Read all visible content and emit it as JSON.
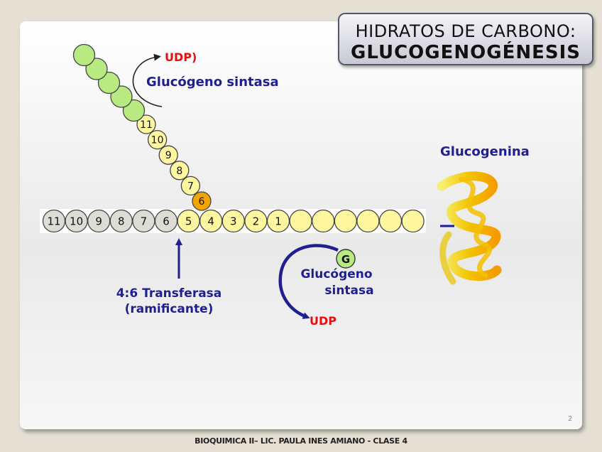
{
  "title": {
    "line1": "HIDRATOS DE CARBONO:",
    "line2": "GLUCOGENOGÉNESIS"
  },
  "labels": {
    "udp_top": "UDP)",
    "glucogeno_sintasa_top": "Glucógeno sintasa",
    "glucogenina": "Glucogenina",
    "transferasa_line1": "4:6 Transferasa",
    "transferasa_line2": "(ramificante)",
    "glucogeno_line": "Glucógeno",
    "sintasa_line": "sintasa",
    "udp_bottom": "UDP",
    "g_unit": "G"
  },
  "chain": {
    "main_gray_numbers": [
      "11",
      "10",
      "9",
      "8",
      "7",
      "6"
    ],
    "main_yellow_numbers": [
      "5",
      "4",
      "3",
      "2",
      "1"
    ],
    "main_yellow_unlabeled": 6,
    "branch_numbers": [
      "11",
      "10",
      "9",
      "8",
      "7"
    ],
    "branch_point_number": "6",
    "branch_green_unlabeled": 5
  },
  "colors": {
    "gray_unit": "#deddd5",
    "yellow_unit": "#fff6a0",
    "green_unit": "#b9ea82",
    "orange_unit": "#f2a400",
    "label_blue": "#1f1f8f",
    "label_red": "#e41010"
  },
  "page_number": "2",
  "footer": "BIOQUIMICA II– LIC. PAULA INES AMIANO - CLASE 4"
}
